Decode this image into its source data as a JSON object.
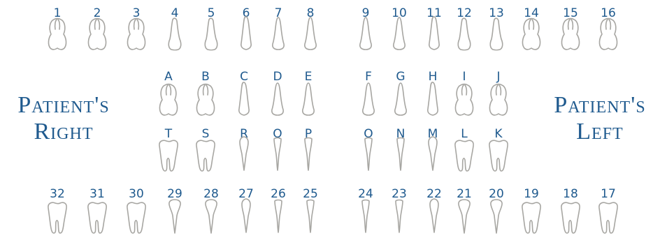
{
  "labels": {
    "patient_right": "Patient's Right",
    "patient_left": "Patient's Left"
  },
  "colors": {
    "number": "#1f5a8e",
    "outline": "#a7a6a2",
    "label": "#1f5a8e"
  },
  "permanent_upper": [
    {
      "id": "1",
      "type": "molar"
    },
    {
      "id": "2",
      "type": "molar"
    },
    {
      "id": "3",
      "type": "molar"
    },
    {
      "id": "4",
      "type": "premolar"
    },
    {
      "id": "5",
      "type": "premolar"
    },
    {
      "id": "6",
      "type": "canine"
    },
    {
      "id": "7",
      "type": "incisor"
    },
    {
      "id": "8",
      "type": "incisor"
    },
    {
      "id": "9",
      "type": "incisor"
    },
    {
      "id": "10",
      "type": "incisor"
    },
    {
      "id": "11",
      "type": "canine"
    },
    {
      "id": "12",
      "type": "premolar"
    },
    {
      "id": "13",
      "type": "premolar"
    },
    {
      "id": "14",
      "type": "molar"
    },
    {
      "id": "15",
      "type": "molar"
    },
    {
      "id": "16",
      "type": "molar"
    }
  ],
  "primary_upper": [
    {
      "id": "A",
      "type": "molar"
    },
    {
      "id": "B",
      "type": "molar"
    },
    {
      "id": "C",
      "type": "canine"
    },
    {
      "id": "D",
      "type": "incisor"
    },
    {
      "id": "E",
      "type": "incisor"
    },
    {
      "id": "F",
      "type": "incisor"
    },
    {
      "id": "G",
      "type": "incisor"
    },
    {
      "id": "H",
      "type": "canine"
    },
    {
      "id": "I",
      "type": "molar"
    },
    {
      "id": "J",
      "type": "molar"
    }
  ],
  "primary_lower": [
    {
      "id": "T",
      "type": "molar"
    },
    {
      "id": "S",
      "type": "molar"
    },
    {
      "id": "R",
      "type": "canine"
    },
    {
      "id": "Q",
      "type": "incisor"
    },
    {
      "id": "P",
      "type": "incisor"
    },
    {
      "id": "O",
      "type": "incisor"
    },
    {
      "id": "N",
      "type": "incisor"
    },
    {
      "id": "M",
      "type": "canine"
    },
    {
      "id": "L",
      "type": "molar"
    },
    {
      "id": "K",
      "type": "molar"
    }
  ],
  "permanent_lower": [
    {
      "id": "32",
      "type": "molar"
    },
    {
      "id": "31",
      "type": "molar"
    },
    {
      "id": "30",
      "type": "molar"
    },
    {
      "id": "29",
      "type": "premolar"
    },
    {
      "id": "28",
      "type": "premolar"
    },
    {
      "id": "27",
      "type": "canine"
    },
    {
      "id": "26",
      "type": "incisor"
    },
    {
      "id": "25",
      "type": "incisor"
    },
    {
      "id": "24",
      "type": "incisor"
    },
    {
      "id": "23",
      "type": "incisor"
    },
    {
      "id": "22",
      "type": "canine"
    },
    {
      "id": "21",
      "type": "premolar"
    },
    {
      "id": "20",
      "type": "premolar"
    },
    {
      "id": "19",
      "type": "molar"
    },
    {
      "id": "18",
      "type": "molar"
    },
    {
      "id": "17",
      "type": "molar"
    }
  ]
}
